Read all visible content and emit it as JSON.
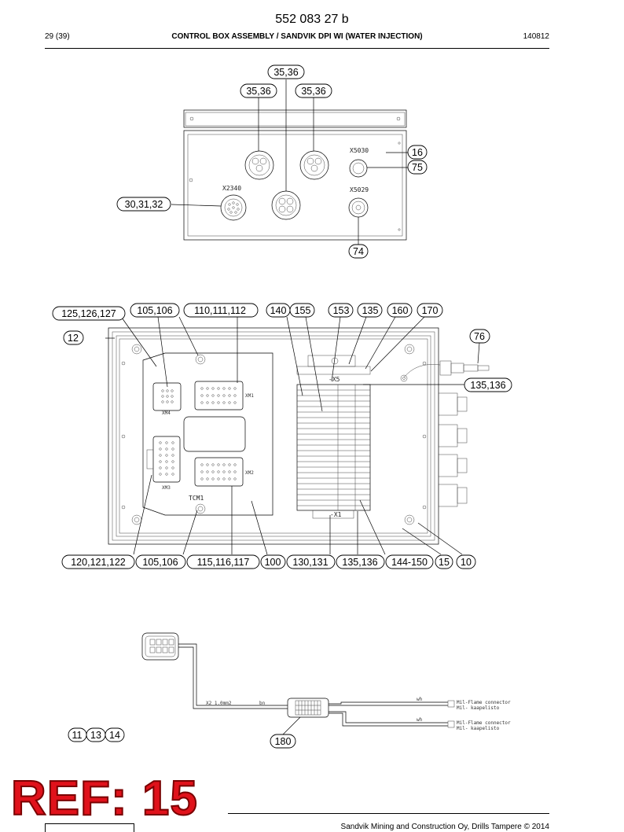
{
  "header": {
    "doc_number": "552 083 27 b",
    "page": "29 (39)",
    "title": "CONTROL BOX ASSEMBLY / SANDVIK DPI WI (WATER INJECTION)",
    "date": "140812"
  },
  "figure1": {
    "callouts": [
      "35,36",
      "35,36",
      "35,36",
      "16",
      "75",
      "30,31,32",
      "74"
    ],
    "labels": [
      "X5030",
      "X2340",
      "X5029"
    ]
  },
  "figure2": {
    "callouts_top": [
      "125,126,127",
      "105,106",
      "110,111,112",
      "140",
      "155",
      "153",
      "135",
      "160",
      "170"
    ],
    "callouts_side": [
      "12",
      "76",
      "135,136"
    ],
    "callouts_bottom": [
      "120,121,122",
      "105,106",
      "115,116,117",
      "100",
      "130,131",
      "135,136",
      "144-150",
      "15",
      "10"
    ],
    "labels": [
      "XM4",
      "XM1",
      "XM3",
      "XM2",
      "TCM1",
      "-X5",
      "-X1"
    ]
  },
  "figure3": {
    "callouts": [
      "11",
      "13",
      "14",
      "180"
    ],
    "cable_labels": [
      "X2 1.0mm2",
      "bn",
      "wh",
      "wh"
    ],
    "terminal_labels": [
      "Mil-Flame connector",
      "Mil- kaapelisto",
      "Mil-Flame connector",
      "Mil- kaapelisto"
    ]
  },
  "ref_label": "REF: 15",
  "footer": {
    "text": "Sandvik Mining and Construction Oy, Drills Tampere © 2014"
  }
}
